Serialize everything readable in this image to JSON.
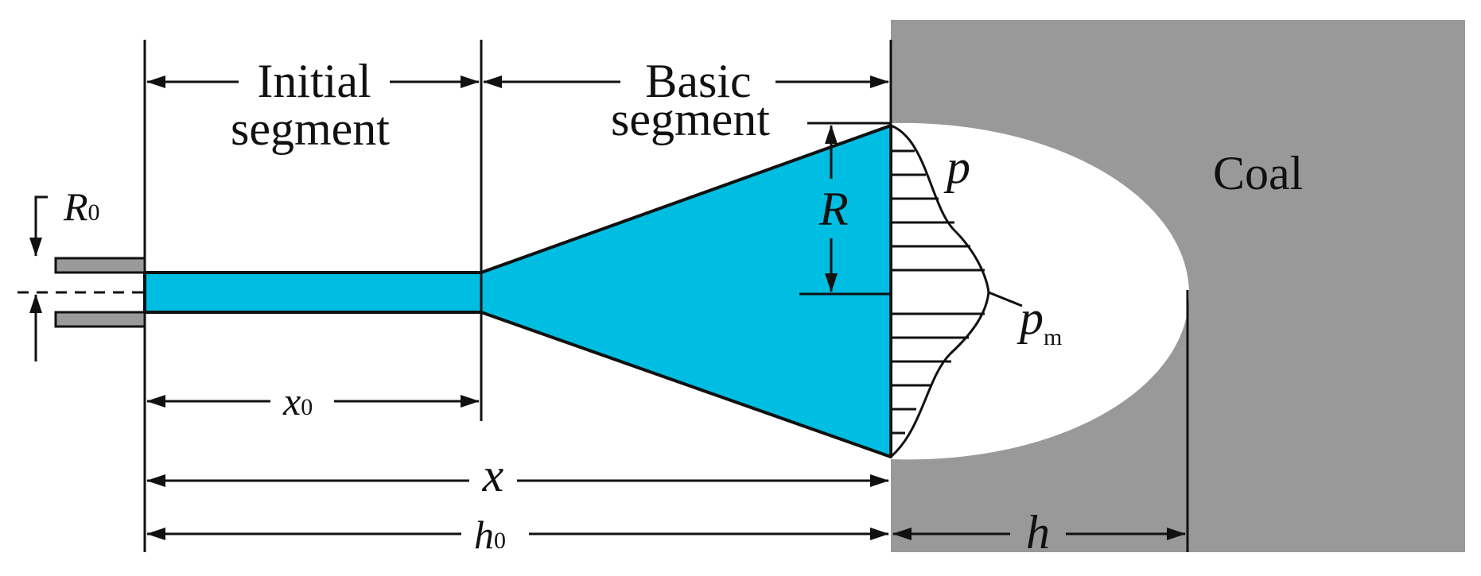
{
  "labels": {
    "initial_segment_line1": "Initial",
    "initial_segment_line2": "segment",
    "basic_segment_line1": "Basic",
    "basic_segment_line2": "segment",
    "coal": "Coal",
    "r0_main": "R",
    "r0_sub": "0",
    "r": "R",
    "p": "p",
    "pm_main": "p",
    "pm_sub": "m",
    "x0_main": "x",
    "x0_sub": "0",
    "x": "x",
    "h0_main": "h",
    "h0_sub": "0",
    "h": "h"
  },
  "colors": {
    "jet": "#00bde2",
    "coal": "#999999",
    "cavity": "#ffffff",
    "ink": "#111111",
    "nozzle": "#9a9a9a"
  }
}
